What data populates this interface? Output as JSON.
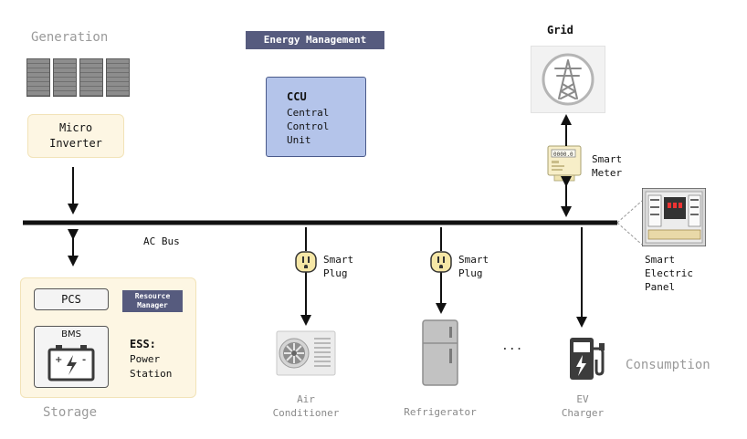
{
  "generation": {
    "title": "Generation",
    "inverter_label": "Micro\nInverter"
  },
  "energy_management": {
    "title": "Energy Management",
    "ccu_title": "CCU",
    "ccu_desc": "Central\nControl\nUnit"
  },
  "grid": {
    "title": "Grid",
    "meter_label": "Smart\nMeter"
  },
  "panel": {
    "label": "Smart\nElectric\nPanel"
  },
  "bus": {
    "label": "AC Bus"
  },
  "storage": {
    "title": "Storage",
    "pcs": "PCS",
    "resource_manager": "Resource\nManager",
    "bms": "BMS",
    "ess_title": "ESS:",
    "ess_desc": "Power\nStation"
  },
  "consumption": {
    "title": "Consumption",
    "plug_label": "Smart\nPlug",
    "devices": [
      "Air\nConditioner",
      "Refrigerator",
      "EV\nCharger"
    ],
    "ellipsis": "..."
  },
  "colors": {
    "bus": "#111111",
    "em_header": "#565b7e",
    "ccu_fill": "#b4c4ea",
    "warm_box": "#fdf6e3"
  },
  "icons": [
    "solar-panel-icon",
    "transmission-tower-icon",
    "smart-meter-icon",
    "electric-panel-icon",
    "battery-icon",
    "smart-plug-icon",
    "air-conditioner-icon",
    "refrigerator-icon",
    "ev-charger-icon"
  ]
}
